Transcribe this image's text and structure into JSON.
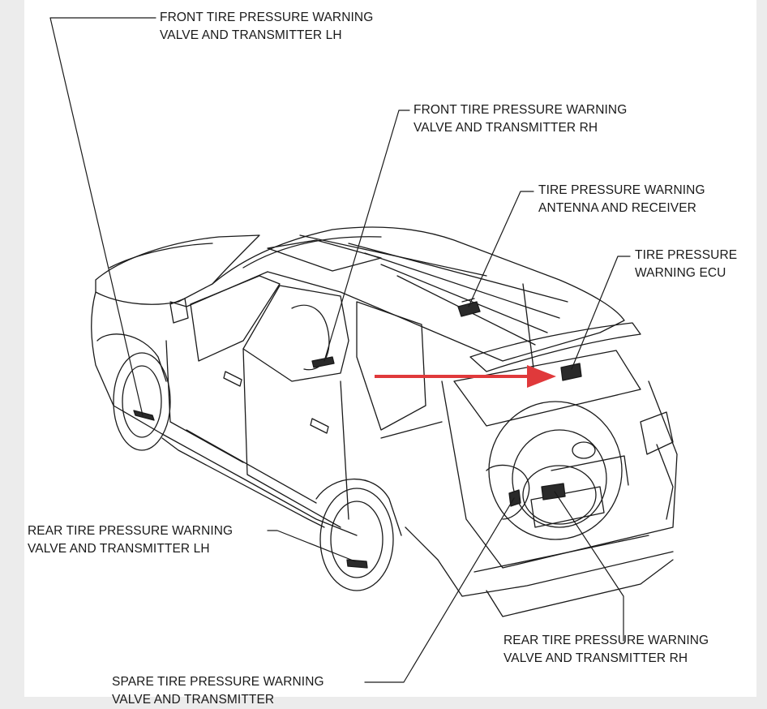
{
  "diagram": {
    "callouts": {
      "front_lh": {
        "line1": "FRONT TIRE PRESSURE WARNING",
        "line2": "VALVE AND TRANSMITTER LH"
      },
      "front_rh": {
        "line1": "FRONT TIRE PRESSURE WARNING",
        "line2": "VALVE AND TRANSMITTER RH"
      },
      "antenna": {
        "line1": "TIRE PRESSURE WARNING",
        "line2": "ANTENNA AND RECEIVER"
      },
      "ecu": {
        "line1": "TIRE PRESSURE",
        "line2": "WARNING ECU"
      },
      "rear_lh": {
        "line1": "REAR TIRE PRESSURE WARNING",
        "line2": "VALVE AND TRANSMITTER LH"
      },
      "rear_rh": {
        "line1": "REAR TIRE PRESSURE WARNING",
        "line2": "VALVE AND TRANSMITTER RH"
      },
      "spare": {
        "line1": "SPARE TIRE PRESSURE WARNING",
        "line2": "VALVE AND TRANSMITTER"
      }
    },
    "arrow_color": "#e0393b",
    "line_color": "#1a1a1a"
  }
}
